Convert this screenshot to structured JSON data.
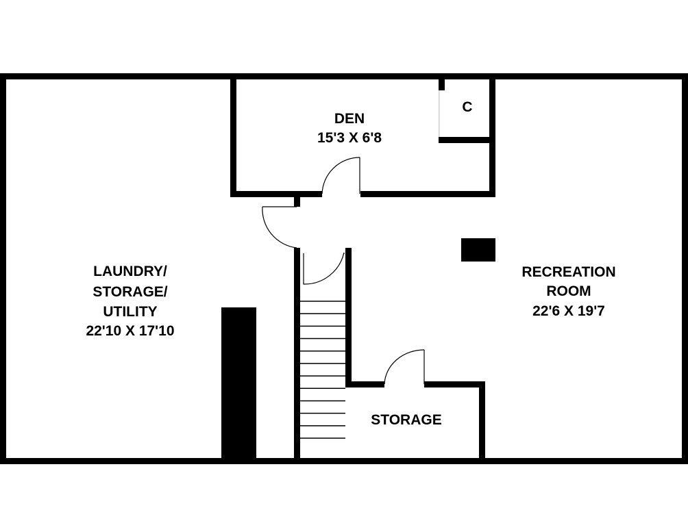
{
  "colors": {
    "wall": "#000000",
    "background": "#ffffff",
    "closet_partition": "#cfcfcf"
  },
  "rooms": {
    "laundry": {
      "line1": "LAUNDRY/",
      "line2": "STORAGE/",
      "line3": "UTILITY",
      "dimensions": "22'10 X 17'10"
    },
    "den": {
      "name": "DEN",
      "dimensions": "15'3 X 6'8"
    },
    "closet": {
      "name": "C"
    },
    "recreation": {
      "line1": "RECREATION",
      "line2": "ROOM",
      "dimensions": "22'6 X 19'7"
    },
    "storage": {
      "name": "STORAGE"
    }
  },
  "stairs": {
    "tread_count": 12
  }
}
